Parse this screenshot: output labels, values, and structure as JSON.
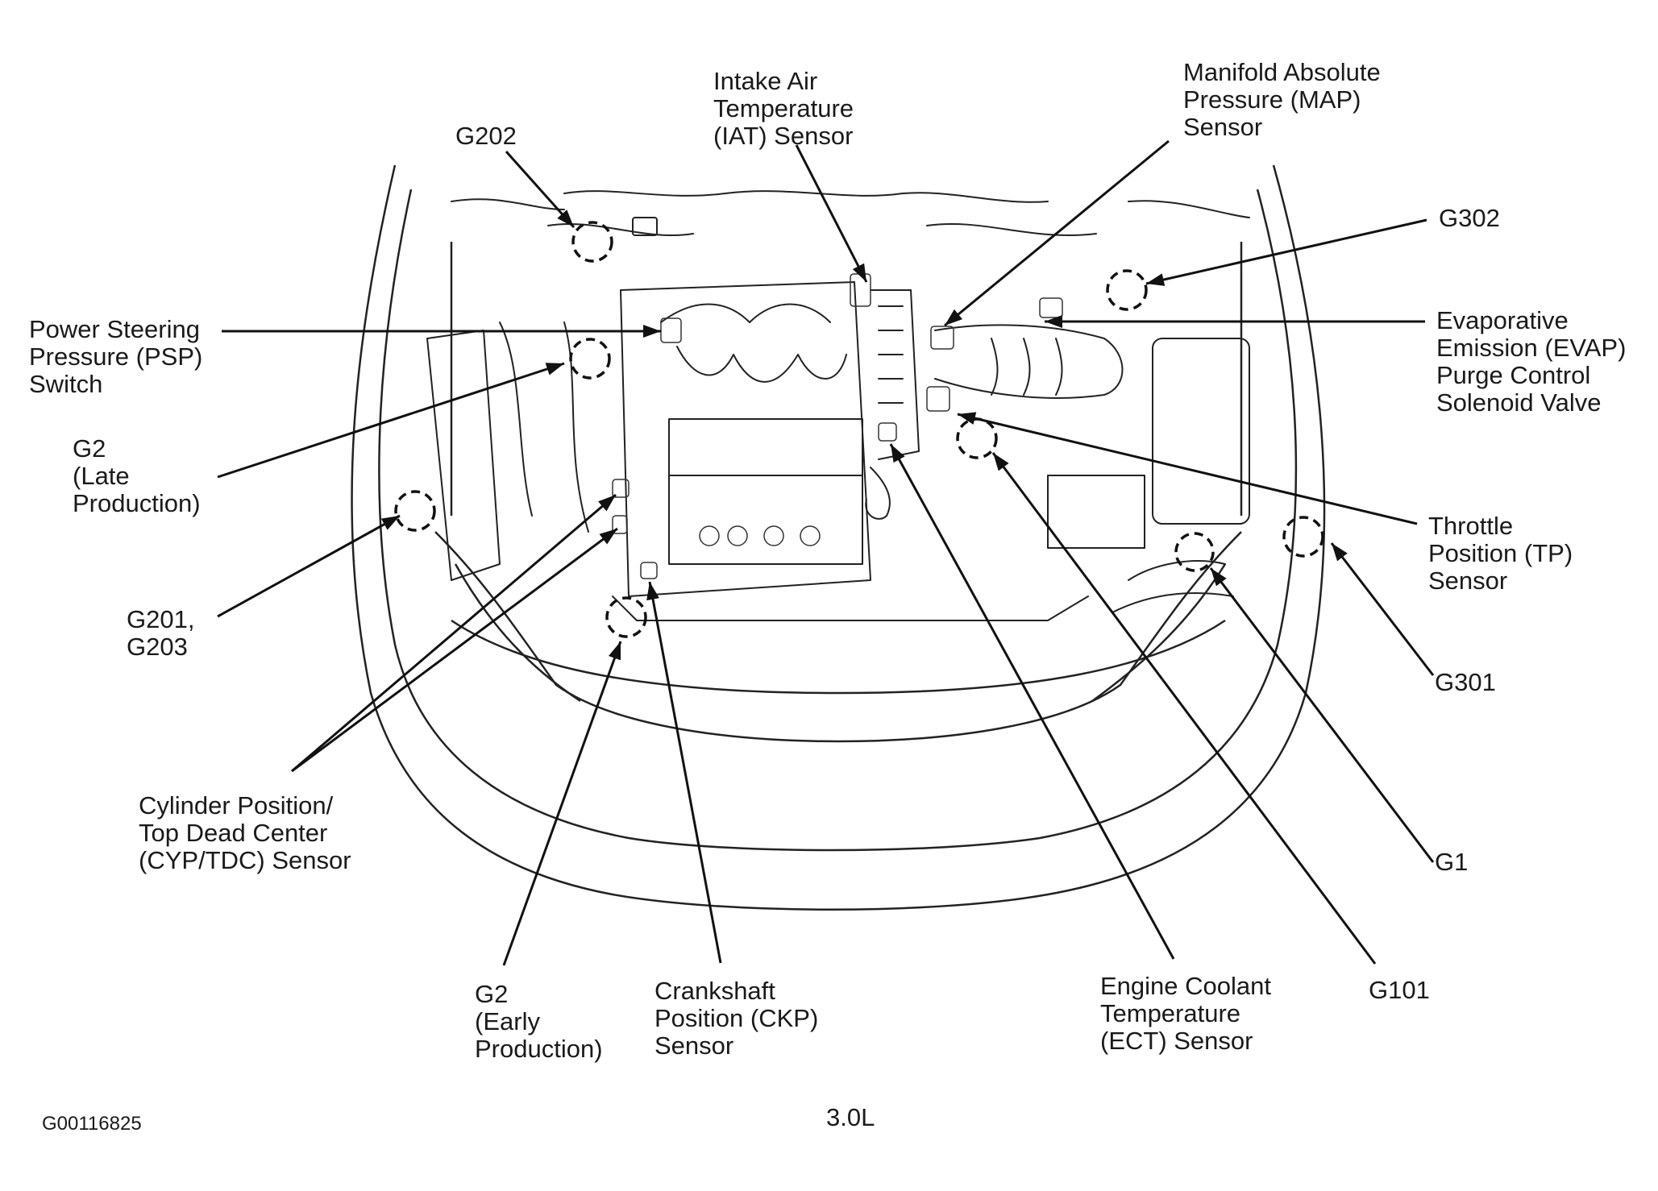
{
  "labels": {
    "g202": [
      "G202"
    ],
    "iat": [
      "Intake Air",
      "Temperature",
      "(IAT) Sensor"
    ],
    "map": [
      "Manifold Absolute",
      "Pressure (MAP)",
      "Sensor"
    ],
    "g302": [
      "G302"
    ],
    "psp": [
      "Power Steering",
      "Pressure (PSP)",
      "Switch"
    ],
    "evap": [
      "Evaporative",
      "Emission (EVAP)",
      "Purge Control",
      "Solenoid Valve"
    ],
    "g2_late": [
      "G2",
      "(Late",
      "Production)"
    ],
    "tp": [
      "Throttle",
      "Position (TP)",
      "Sensor"
    ],
    "g201": [
      "G201,",
      "G203"
    ],
    "g301": [
      "G301"
    ],
    "cyp": [
      "Cylinder Position/",
      "Top Dead Center",
      "(CYP/TDC) Sensor"
    ],
    "g1": [
      "G1"
    ],
    "g2_early": [
      "G2",
      "(Early",
      "Production)"
    ],
    "ckp": [
      "Crankshaft",
      "Position (CKP)",
      "Sensor"
    ],
    "ect": [
      "Engine Coolant",
      "Temperature",
      "(ECT) Sensor"
    ],
    "g101": [
      "G101"
    ]
  },
  "figure_id": "G00116825",
  "caption": "3.0L"
}
